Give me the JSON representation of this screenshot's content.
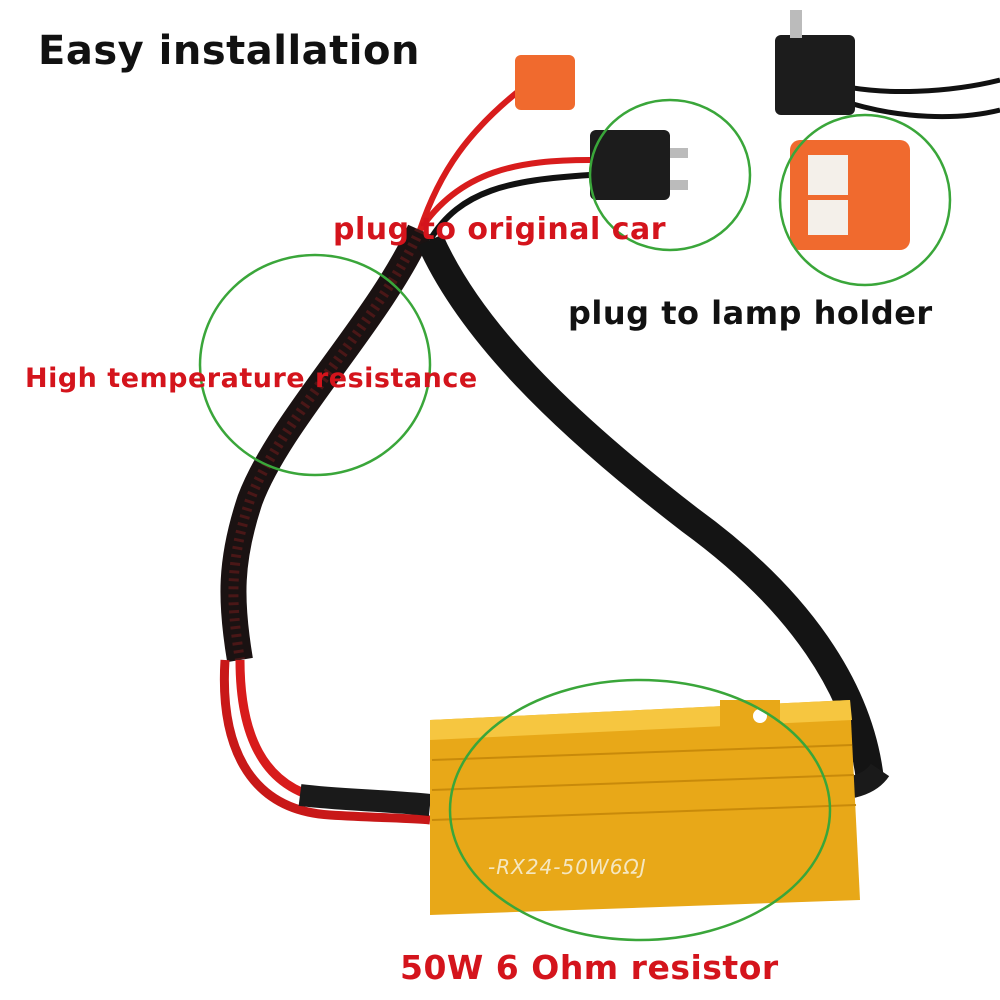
{
  "title": "Easy installation",
  "callouts": {
    "original_car": "plug to original car",
    "lamp_holder": "plug to lamp holder",
    "temperature": "High temperature resistance",
    "resistor": "50W 6 Ohm resistor"
  },
  "resistor_marking": "-RX24-50W6ΩJ",
  "colors": {
    "label_red": "#d4141c",
    "label_black": "#111111",
    "circle_green": "#3aa63a",
    "connector_orange": "#f06a2e",
    "resistor_gold": "#e8a818",
    "wire_red": "#d81c1c"
  }
}
